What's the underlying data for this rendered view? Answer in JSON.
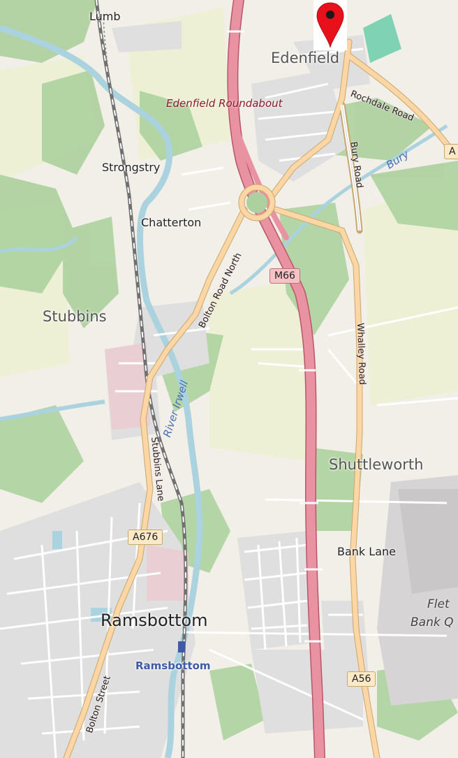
{
  "map": {
    "places": {
      "lumb": "Lumb",
      "edenfield": "Edenfield",
      "strongstry": "Strongstry",
      "chatterton": "Chatterton",
      "stubbins": "Stubbins",
      "shuttleworth": "Shuttleworth",
      "bank_lane": "Bank Lane",
      "ramsbottom": "Ramsbottom"
    },
    "poi": {
      "edenfield_roundabout": "Edenfield Roundabout",
      "ramsbottom_station": "Ramsbottom",
      "fletcher_bank_line1": "Flet",
      "fletcher_bank_line2": "Bank Q"
    },
    "roads": {
      "rochdale_road": "Rochdale Road",
      "bury_road": "Bury Road",
      "bolton_road_north": "Bolton Road North",
      "whalley_road": "Whalley Road",
      "stubbins_lane": "Stubbins Lane",
      "bolton_street": "Bolton Street"
    },
    "shields": {
      "m66": "M66",
      "a676": "A676",
      "a56": "A56",
      "a_edge": "A"
    },
    "water": {
      "river_irwell": "River Irwell",
      "bury": "Bury"
    },
    "marker": {
      "icon": "map-pin-icon",
      "color": "#e8101a"
    },
    "colors": {
      "motorway": "#e892a2",
      "primary": "#fcd6a4",
      "water": "#aad3df",
      "wood": "#add19e",
      "residential": "#e0dfdf",
      "land": "#f2efe9",
      "railway": "#707070"
    }
  }
}
